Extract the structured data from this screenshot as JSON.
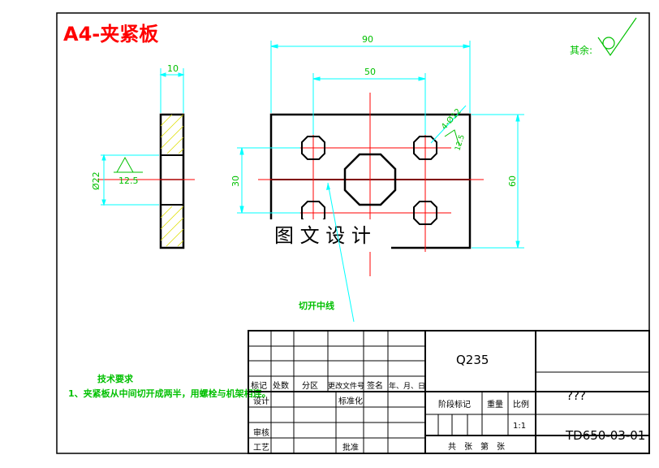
{
  "title": "A4-夹紧板",
  "roughness_note": "其余:",
  "dimensions": {
    "overall_width": "90",
    "hole_spacing_x": "50",
    "thickness": "10",
    "hole_spacing_y": "30",
    "overall_height": "60",
    "bore_diameter": "Ø22",
    "side_roughness": "12.5",
    "hole_callout": "4-Ø12",
    "hole_roughness": "12.5"
  },
  "watermark": "图 文 设 计",
  "cut_note": "切开中线",
  "tech_req": {
    "heading": "技术要求",
    "line1": "1、夹紧板从中间切开成两半，用螺栓与机架相连。"
  },
  "title_block": {
    "material": "Q235",
    "part_name": "???",
    "drawing_no": "TD650-03-01",
    "scale": "1:1",
    "headers": {
      "mark": "标记",
      "count": "处数",
      "zone": "分区",
      "change_doc": "更改文件号",
      "signature": "签名",
      "date": "年、月、日",
      "design": "设计",
      "standardize": "标准化",
      "review": "审核",
      "process": "工艺",
      "approve": "批准",
      "stage_mark": "阶段标记",
      "weight": "重量",
      "ratio": "比例",
      "sheets": "共　张　第　张"
    }
  },
  "colors": {
    "outline": "#000000",
    "centerline": "#ff0000",
    "dimension": "#00ffff",
    "title": "#ff0000",
    "note": "#00c000",
    "hatch": "#e0e000"
  }
}
